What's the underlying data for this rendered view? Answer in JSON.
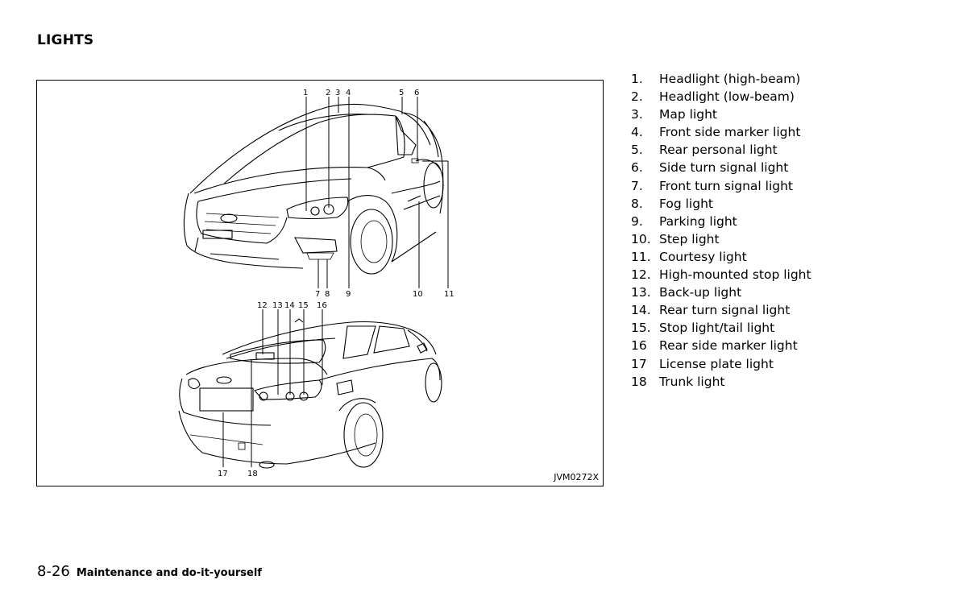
{
  "section_title": "LIGHTS",
  "figure": {
    "code": "JVM0272X",
    "front_callouts": [
      "1",
      "2",
      "3",
      "4",
      "5",
      "6",
      "7",
      "8",
      "9",
      "10",
      "11"
    ],
    "rear_callouts": [
      "12",
      "13",
      "14",
      "15",
      "16",
      "17",
      "18"
    ]
  },
  "legend": [
    {
      "num": "1.",
      "label": "Headlight (high-beam)"
    },
    {
      "num": "2.",
      "label": "Headlight (low-beam)"
    },
    {
      "num": "3.",
      "label": "Map light"
    },
    {
      "num": "4.",
      "label": "Front side marker light"
    },
    {
      "num": "5.",
      "label": "Rear personal light"
    },
    {
      "num": "6.",
      "label": "Side turn signal light"
    },
    {
      "num": "7.",
      "label": "Front turn signal light"
    },
    {
      "num": "8.",
      "label": "Fog light"
    },
    {
      "num": "9.",
      "label": "Parking light"
    },
    {
      "num": "10.",
      "label": "Step light"
    },
    {
      "num": "11.",
      "label": "Courtesy light"
    },
    {
      "num": "12.",
      "label": "High-mounted stop light"
    },
    {
      "num": "13.",
      "label": "Back-up light"
    },
    {
      "num": "14.",
      "label": "Rear turn signal light"
    },
    {
      "num": "15.",
      "label": "Stop light/tail light"
    },
    {
      "num": "16",
      "label": "Rear side marker light"
    },
    {
      "num": "17",
      "label": "License plate light"
    },
    {
      "num": "18",
      "label": "Trunk light"
    }
  ],
  "footer": {
    "page_number": "8-26",
    "section": "Maintenance and do-it-yourself"
  }
}
